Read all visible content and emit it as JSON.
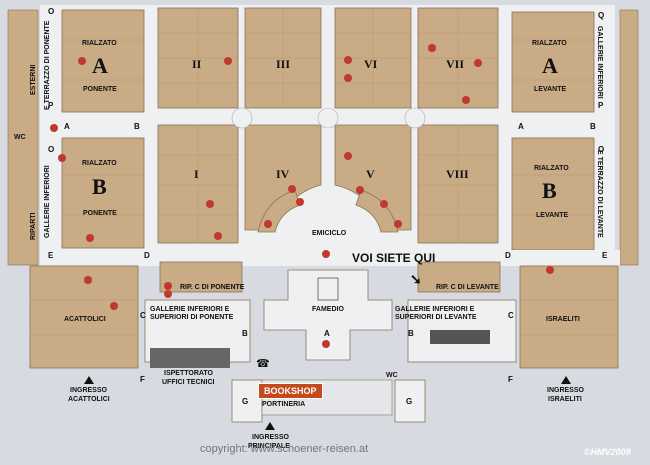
{
  "map": {
    "wings": {
      "a_left": {
        "rialzato": "RIALZATO",
        "letter": "A",
        "side": "PONENTE"
      },
      "b_left": {
        "rialzato": "RIALZATO",
        "letter": "B",
        "side": "PONENTE"
      },
      "a_right": {
        "rialzato": "RIALZATO",
        "letter": "A",
        "side": "LEVANTE"
      },
      "b_right": {
        "rialzato": "RIALZATO",
        "letter": "B",
        "side": "LEVANTE"
      }
    },
    "sections": [
      "II",
      "III",
      "VI",
      "VII",
      "I",
      "IV",
      "V",
      "VIII"
    ],
    "side_left_outer": "ESTERNI",
    "side_left_terrazzo": "E TERRAZZO DI PONENTE",
    "side_left_gallerie": "GALLERIE INFERIORI",
    "side_left_riparti": "RIPARTI",
    "side_right_gallerie": "GALLERIE INFERIORI",
    "side_right_terrazzo": "E TERRAZZO DI LEVANTE",
    "emiciclo": "EMICICLO",
    "voi_siete_qui": "VOI SIETE QUI",
    "rip_c_ponente": "RIP. C DI PONENTE",
    "rip_c_levante": "RIP. C DI LEVANTE",
    "gallerie_ponente": "GALLERIE INFERIORI E SUPERIORI DI PONENTE",
    "gallerie_levante": "GALLERIE INFERIORI E SUPERIORI DI LEVANTE",
    "famedio": "FAMEDIO",
    "acattolici": "ACATTOLICI",
    "israeliti": "ISRAELITI",
    "ispettorato_1": "ISPETTORATO",
    "ispettorato_2": "UFFICI TECNICI",
    "bookshop": "BOOKSHOP",
    "portineria": "PORTINERIA",
    "ingresso_acattolici_1": "INGRESSO",
    "ingresso_acattolici_2": "ACATTOLICI",
    "ingresso_israeliti_1": "INGRESSO",
    "ingresso_israeliti_2": "ISRAELITI",
    "ingresso_principale_1": "INGRESSO",
    "ingresso_principale_2": "PRINCIPALE",
    "wc": "WC",
    "letters": {
      "A": "A",
      "B": "B",
      "C": "C",
      "D": "D",
      "E": "E",
      "F": "F",
      "G": "G",
      "O": "O",
      "P": "P",
      "Q": "Q"
    },
    "watermark": "copyright: www.schoener-reisen.at",
    "credit": "©HMV2009"
  },
  "colors": {
    "building": "#c9ab85",
    "path": "#eef0f2",
    "background": "#d7dbe1",
    "marker": "#c0392b",
    "bookshop": "#c44a1c"
  },
  "icons": [
    "north-triangle-icon",
    "phone-icon",
    "arrow-here-icon"
  ]
}
